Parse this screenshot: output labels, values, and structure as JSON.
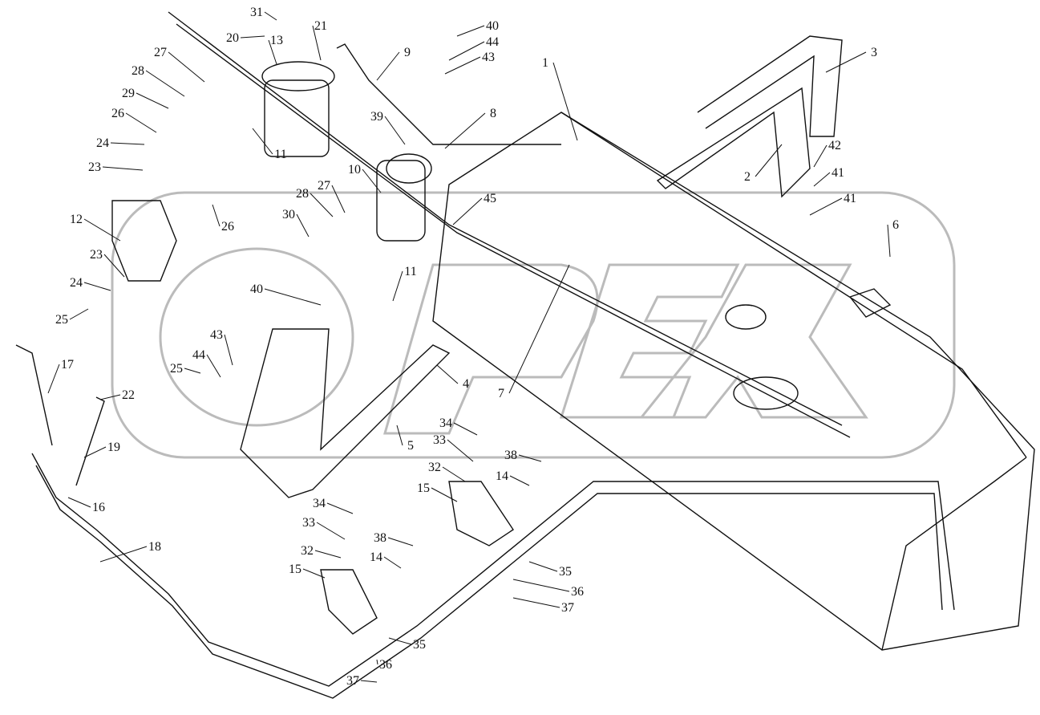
{
  "diagram": {
    "watermark": "OPEX",
    "callouts": [
      "31",
      "20",
      "13",
      "21",
      "40",
      "44",
      "43",
      "9",
      "27",
      "28",
      "29",
      "26",
      "24",
      "23",
      "11",
      "39",
      "8",
      "10",
      "28",
      "27",
      "30",
      "26",
      "45",
      "12",
      "23",
      "24",
      "25",
      "40",
      "11",
      "43",
      "44",
      "25",
      "17",
      "22",
      "19",
      "4",
      "5",
      "7",
      "1",
      "3",
      "2",
      "42",
      "41",
      "41",
      "6",
      "34",
      "33",
      "32",
      "38",
      "14",
      "15",
      "16",
      "18",
      "34",
      "33",
      "32",
      "38",
      "14",
      "15",
      "35",
      "36",
      "37",
      "35",
      "36",
      "37"
    ]
  }
}
